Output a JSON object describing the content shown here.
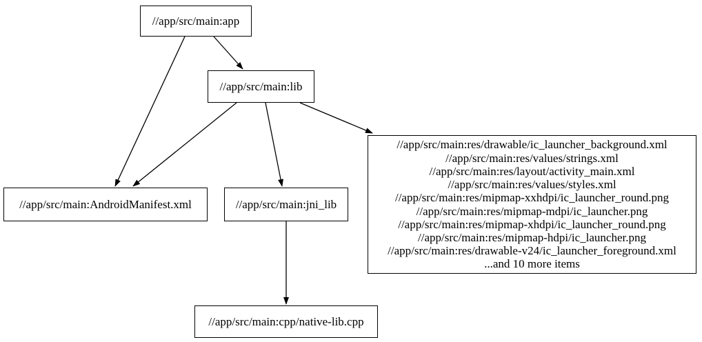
{
  "diagram": {
    "type": "dependency-graph",
    "colors": {
      "background": "#ffffff",
      "node_fill": "#ffffff",
      "node_border": "#000000",
      "edge": "#000000",
      "text": "#000000"
    },
    "nodes": {
      "app": {
        "label": "//app/src/main:app"
      },
      "lib": {
        "label": "//app/src/main:lib"
      },
      "android_manifest": {
        "label": "//app/src/main:AndroidManifest.xml"
      },
      "jni_lib": {
        "label": "//app/src/main:jni_lib"
      },
      "resources": {
        "lines": [
          "//app/src/main:res/drawable/ic_launcher_background.xml",
          "//app/src/main:res/values/strings.xml",
          "//app/src/main:res/layout/activity_main.xml",
          "//app/src/main:res/values/styles.xml",
          "//app/src/main:res/mipmap-xxhdpi/ic_launcher_round.png",
          "//app/src/main:res/mipmap-mdpi/ic_launcher.png",
          "//app/src/main:res/mipmap-xhdpi/ic_launcher_round.png",
          "//app/src/main:res/mipmap-hdpi/ic_launcher.png",
          "//app/src/main:res/drawable-v24/ic_launcher_foreground.xml",
          "...and 10 more items"
        ]
      },
      "native_lib": {
        "label": "//app/src/main:cpp/native-lib.cpp"
      }
    },
    "edges": [
      {
        "from": "app",
        "to": "lib"
      },
      {
        "from": "app",
        "to": "android_manifest"
      },
      {
        "from": "lib",
        "to": "android_manifest"
      },
      {
        "from": "lib",
        "to": "jni_lib"
      },
      {
        "from": "lib",
        "to": "resources"
      },
      {
        "from": "jni_lib",
        "to": "native_lib"
      }
    ]
  }
}
